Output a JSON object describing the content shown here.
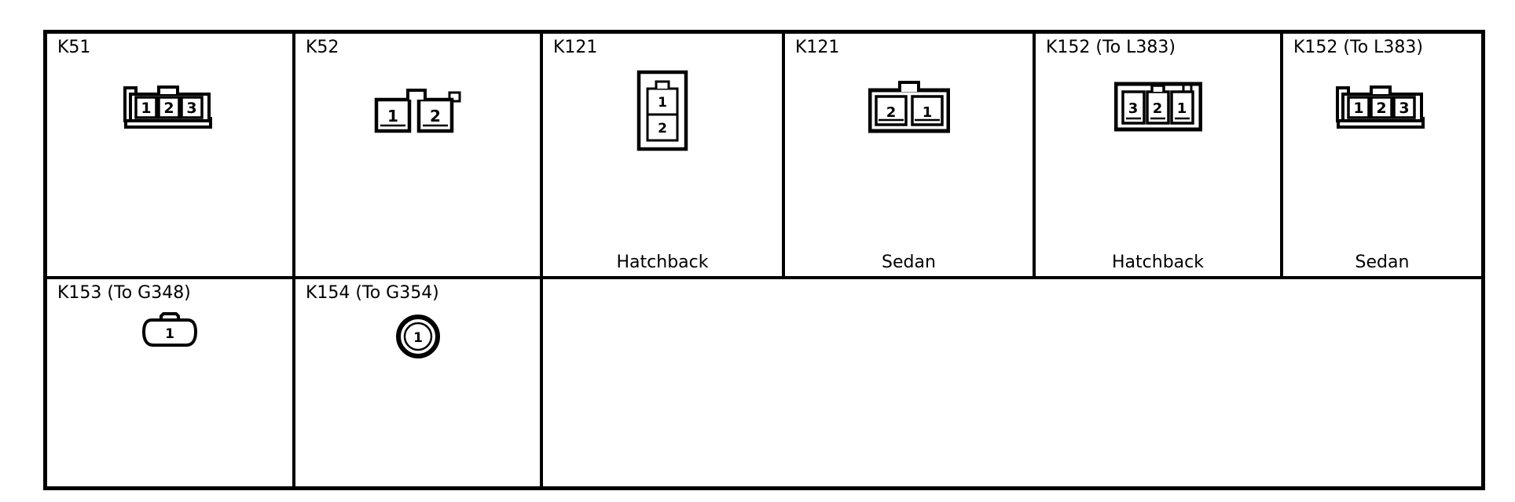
{
  "diagram": {
    "background": "#ffffff",
    "line_color": "#000000",
    "cells": [
      {
        "label": "K51",
        "variant": "",
        "connector": "3pin-hook-left",
        "pins": [
          "1",
          "2",
          "3"
        ]
      },
      {
        "label": "K52",
        "variant": "",
        "connector": "2pin-split",
        "pins": [
          "1",
          "2"
        ]
      },
      {
        "label": "K121",
        "variant": "Hatchback",
        "connector": "2pin-vertical",
        "pins": [
          "1",
          "2"
        ]
      },
      {
        "label": "K121",
        "variant": "Sedan",
        "connector": "2pin-shell",
        "pins": [
          "2",
          "1"
        ]
      },
      {
        "label": "K152 (To L383)",
        "variant": "Hatchback",
        "connector": "3pin-shell",
        "pins": [
          "3",
          "2",
          "1"
        ]
      },
      {
        "label": "K152 (To L383)",
        "variant": "Sedan",
        "connector": "3pin-hook-left",
        "pins": [
          "1",
          "2",
          "3"
        ]
      },
      {
        "label": "K153 (To G348)",
        "variant": "",
        "connector": "oval-pot",
        "pins": [
          "1"
        ]
      },
      {
        "label": "K154 (To G354)",
        "variant": "",
        "connector": "double-ring",
        "pins": [
          "1"
        ]
      }
    ]
  }
}
